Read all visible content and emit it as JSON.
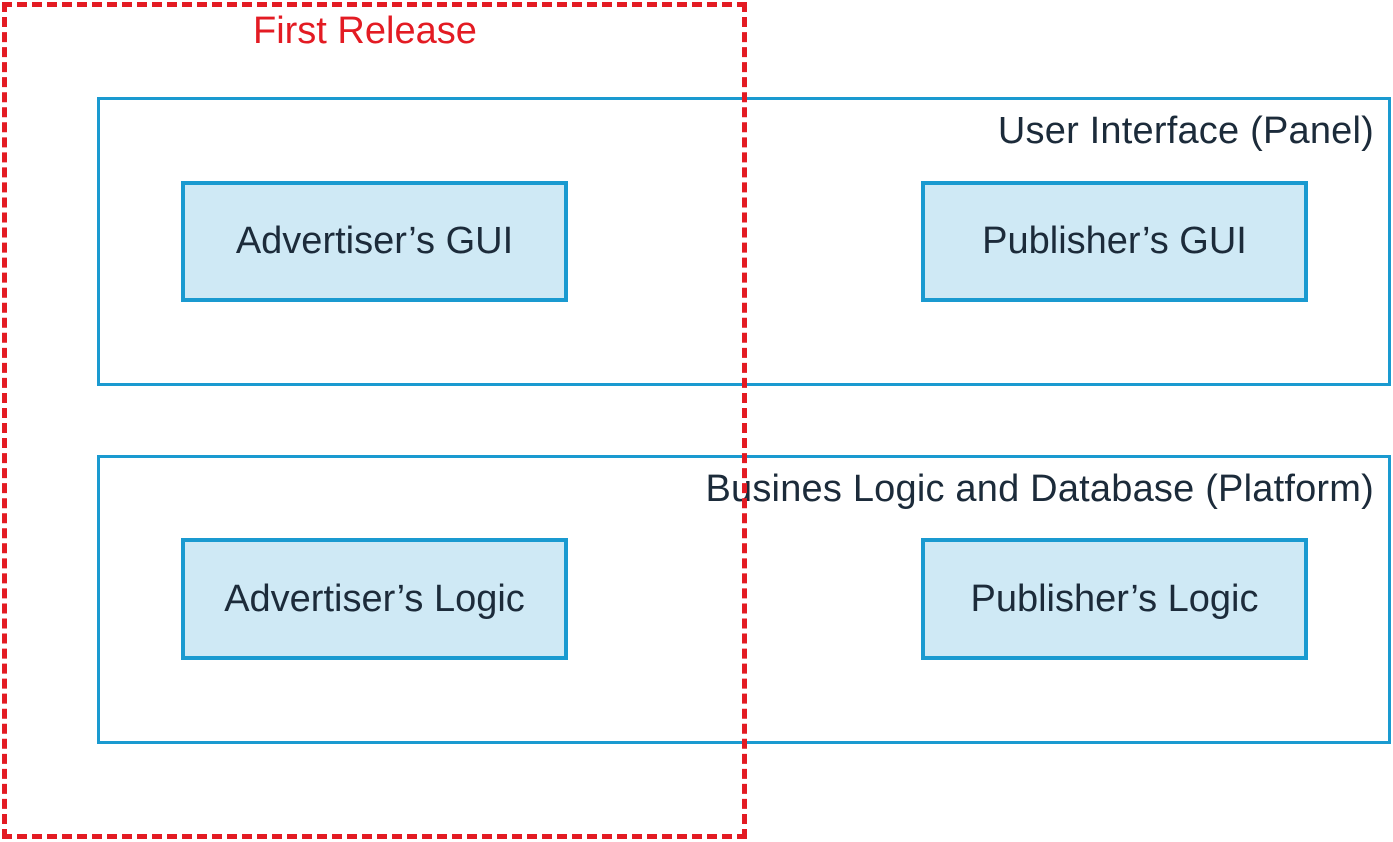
{
  "colors": {
    "layer_border": "#1a9ad0",
    "component_fill": "#cfe9f5",
    "release_border": "#e31b23",
    "text": "#1c2b3a"
  },
  "release": {
    "title": "First Release"
  },
  "layers": {
    "ui": {
      "title": "User Interface (Panel)",
      "advertiser_label": "Advertiser’s GUI",
      "publisher_label": "Publisher’s GUI"
    },
    "logic": {
      "title": "Busines Logic and Database (Platform)",
      "advertiser_label": "Advertiser’s Logic",
      "publisher_label": "Publisher’s Logic"
    }
  }
}
